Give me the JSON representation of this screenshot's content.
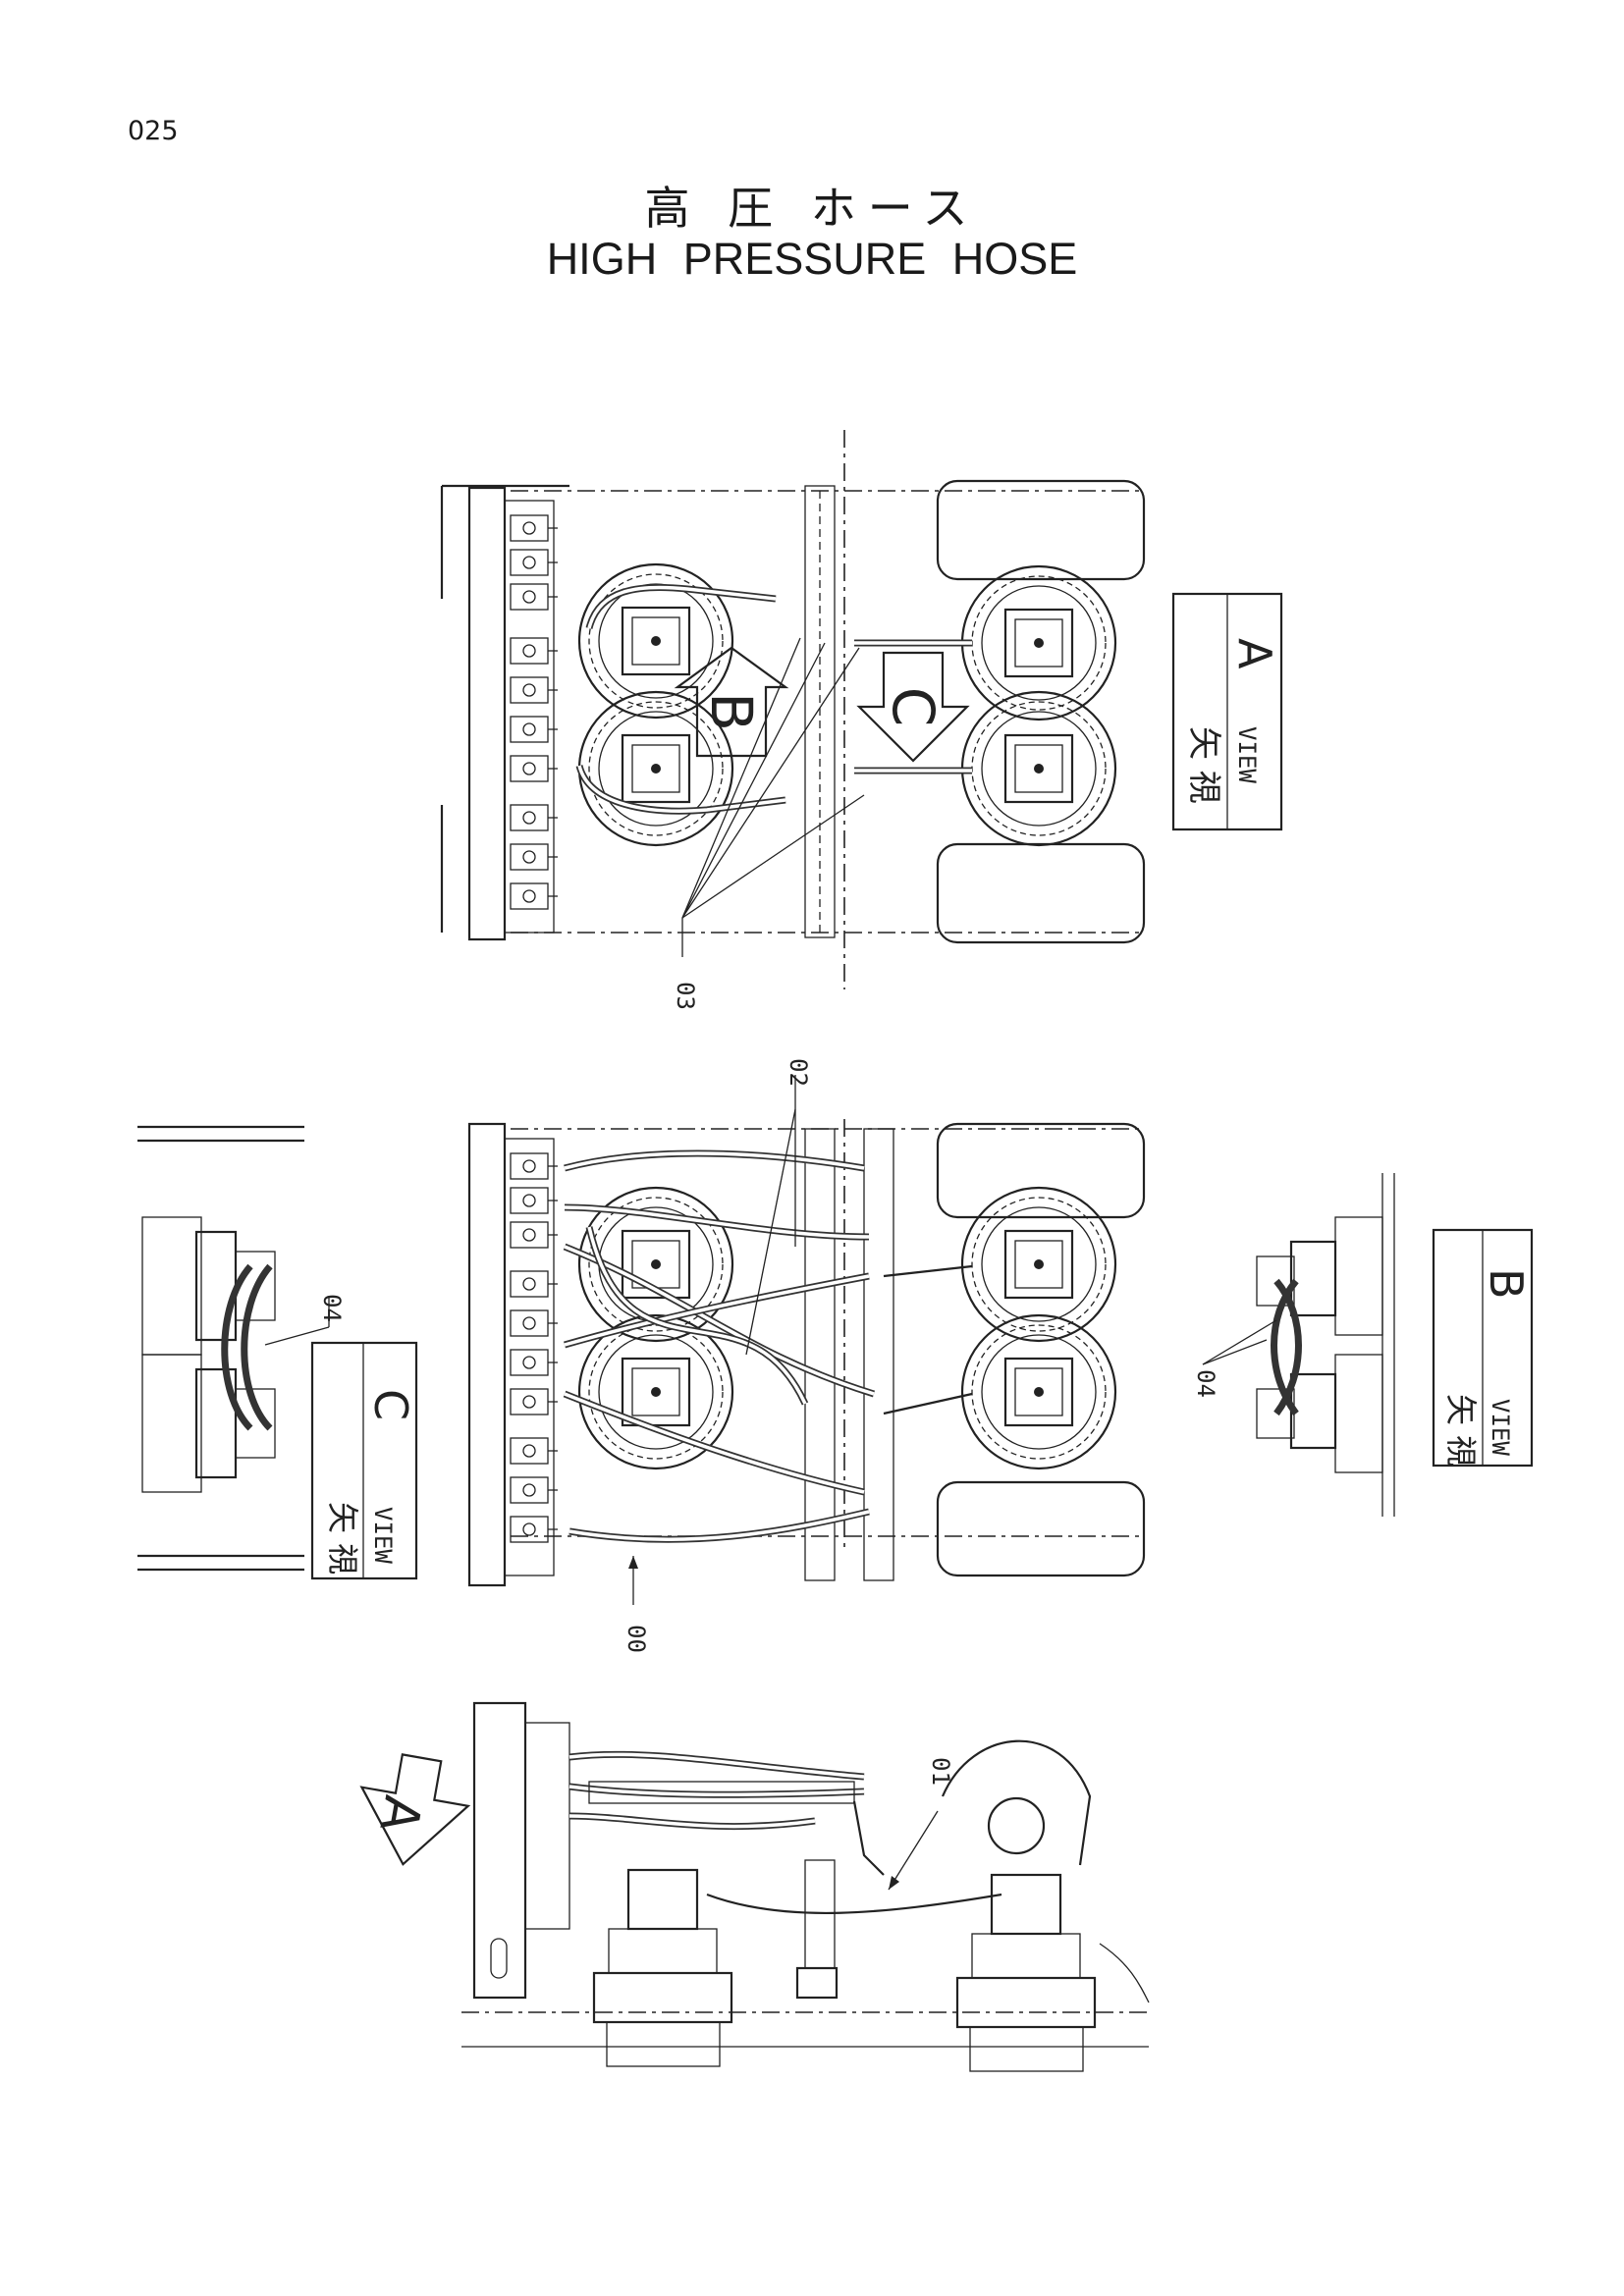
{
  "page": {
    "number": "025"
  },
  "title": {
    "japanese": "高 圧 ホース",
    "english": "HIGH PRESSURE HOSE"
  },
  "views": {
    "a": {
      "kanji": "矢 視",
      "word": "VIEW",
      "letter": "A"
    },
    "b": {
      "kanji": "矢 視",
      "word": "VIEW",
      "letter": "B"
    },
    "c": {
      "kanji": "矢 視",
      "word": "VIEW",
      "letter": "C"
    }
  },
  "arrows": {
    "a": "A",
    "b": "B",
    "c": "C"
  },
  "callouts": {
    "p00": "00",
    "p01": "01",
    "p02": "02",
    "p03": "03",
    "p04_left": "04",
    "p04_right": "04"
  }
}
